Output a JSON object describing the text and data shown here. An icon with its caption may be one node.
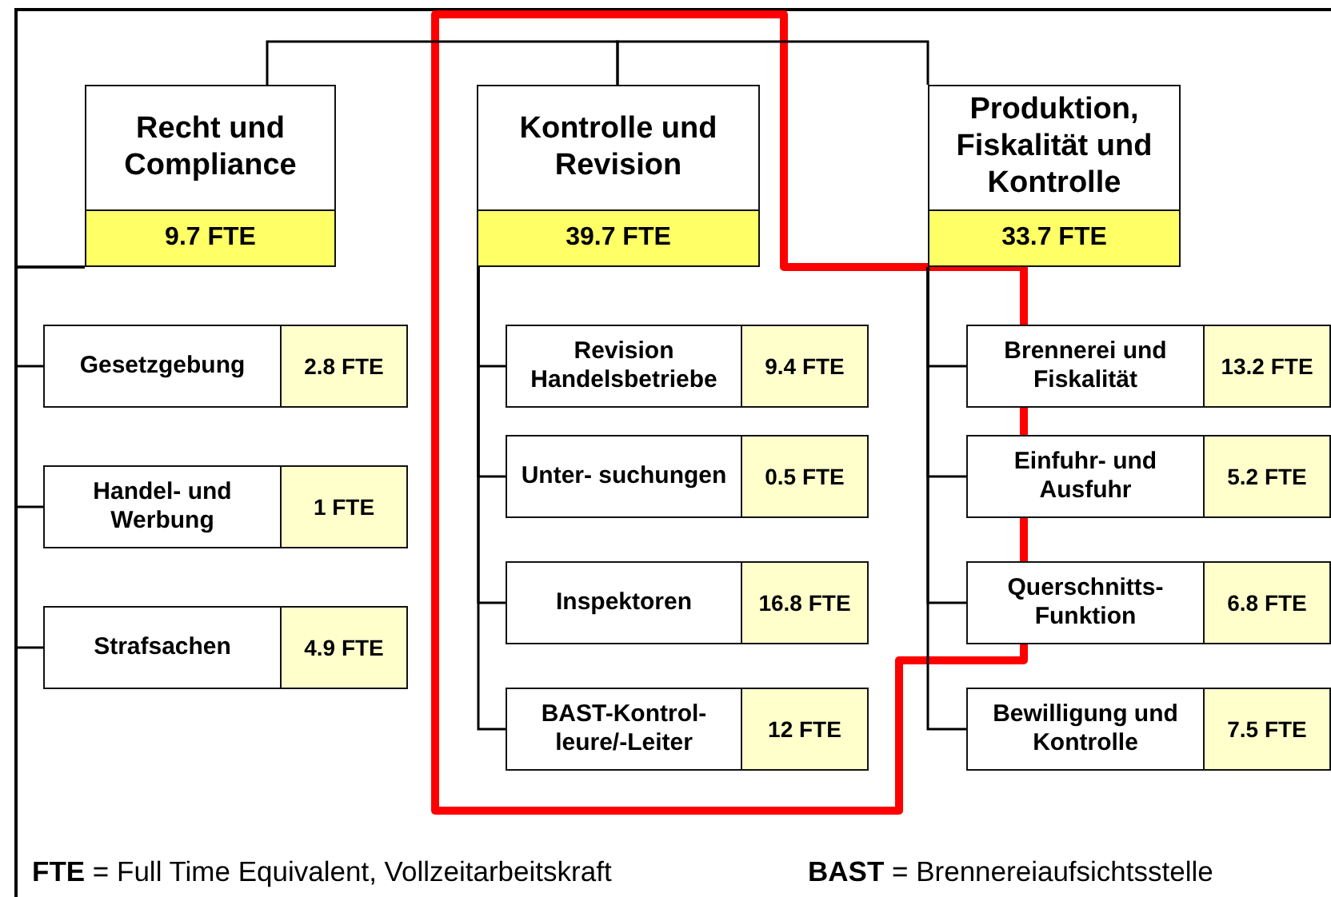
{
  "diagram": {
    "nodes": [
      {
        "text": [
          "Recht und Compliance",
          "9.7 FTE"
        ]
      },
      {
        "text": [
          "Kontrolle und Revision",
          "39.7 FTE"
        ]
      },
      {
        "text": [
          "Produktion, Fiskalität und Kontrolle",
          "33.7 FTE"
        ]
      },
      {
        "text": [
          "Gesetzgebung",
          "2.8 FTE"
        ]
      },
      {
        "text": [
          "Handel- und Werbung",
          "1 FTE"
        ]
      },
      {
        "text": [
          "Strafsachen",
          "4.9 FTE"
        ]
      },
      {
        "text": [
          "Revision Handelsbetriebe",
          "9.4 FTE"
        ]
      },
      {
        "text": [
          "Unter- suchungen",
          "0.5 FTE"
        ]
      },
      {
        "text": [
          "Inspektoren",
          "16.8 FTE"
        ]
      },
      {
        "text": [
          "BAST-Kontrol- leure/-Leiter",
          "12 FTE"
        ]
      },
      {
        "text": [
          "Brennerei und Fiskalität",
          "13.2 FTE"
        ]
      },
      {
        "text": [
          "Einfuhr- und Ausfuhr",
          "5.2 FTE"
        ]
      },
      {
        "text": [
          "Querschnitts- Funktion",
          "6.8 FTE"
        ]
      },
      {
        "text": [
          "Bewilligung und Kontrolle",
          "7.5 FTE"
        ]
      }
    ],
    "edges": [
      {
        "from": 0,
        "to": 1,
        "arrow": "none"
      },
      {
        "from": 1,
        "to": 2,
        "arrow": "none"
      },
      {
        "from": 0,
        "to": 3,
        "arrow": "none"
      },
      {
        "from": 0,
        "to": 4,
        "arrow": "none"
      },
      {
        "from": 0,
        "to": 5,
        "arrow": "none"
      },
      {
        "from": 1,
        "to": 6,
        "arrow": "none"
      },
      {
        "from": 1,
        "to": 7,
        "arrow": "none"
      },
      {
        "from": 1,
        "to": 8,
        "arrow": "none"
      },
      {
        "from": 1,
        "to": 9,
        "arrow": "none"
      },
      {
        "from": 2,
        "to": 10,
        "arrow": "none"
      },
      {
        "from": 2,
        "to": 11,
        "arrow": "none"
      },
      {
        "from": 2,
        "to": 12,
        "arrow": "none"
      },
      {
        "from": 2,
        "to": 13,
        "arrow": "none"
      }
    ],
    "labels": [
      "**FTE** = Full Time Equivalent, Vollzeitarbeitskraft",
      "**BAST** = Brennereiaufsichtsstelle"
    ]
  }
}
